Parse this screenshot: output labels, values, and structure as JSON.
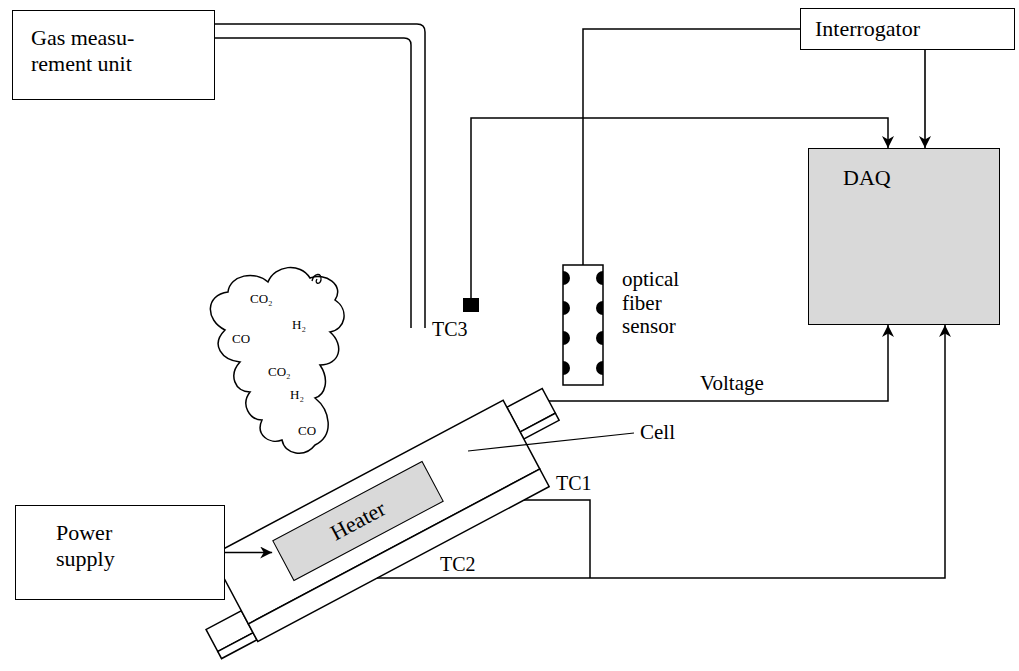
{
  "diagram": {
    "nodes": [
      {
        "text": [
          "Gas measu- rement unit"
        ]
      },
      {
        "text": [
          "Interrogator"
        ]
      },
      {
        "text": [
          "DAQ"
        ]
      },
      {
        "text": [
          "Power supply"
        ]
      },
      {
        "text": [
          "Heater"
        ]
      }
    ],
    "edges": [
      {
        "from": 1,
        "to": 2,
        "arrow": "to"
      },
      {
        "from": 3,
        "to": 4,
        "arrow": "to"
      }
    ],
    "labels": [
      "CO₂",
      "H₂",
      "CO",
      "CO₂",
      "H₂",
      "CO",
      "TC3",
      "optical fiber sensor",
      "Voltage",
      "Cell",
      "TC1",
      "TC2"
    ]
  }
}
